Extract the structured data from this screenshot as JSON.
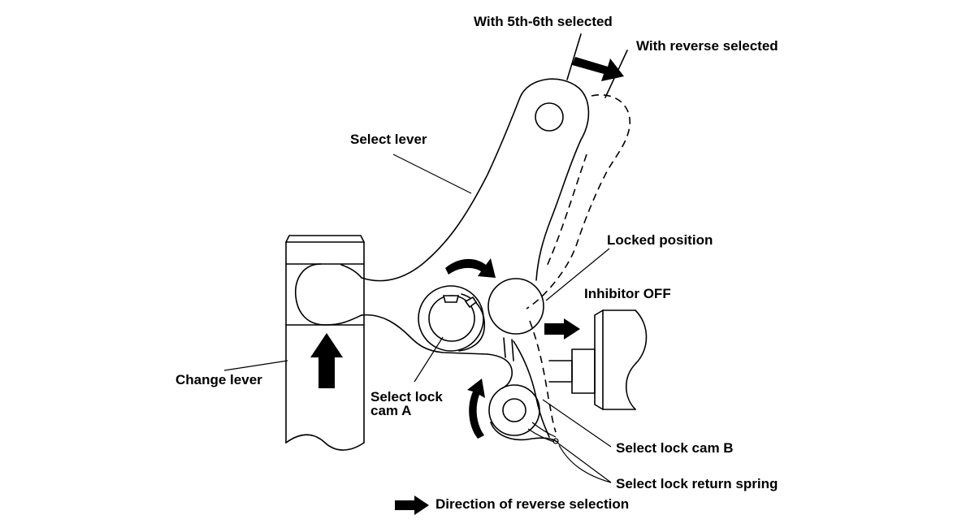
{
  "labels": {
    "fifth_sixth": "With 5th-6th selected",
    "reverse": "With reverse selected",
    "select_lever": "Select lever",
    "locked_position": "Locked position",
    "inhibitor_off": "Inhibitor OFF",
    "change_lever": "Change lever",
    "cam_a_line1": "Select lock",
    "cam_a_line2": "cam A",
    "cam_b": "Select lock cam B",
    "return_spring": "Select lock return spring",
    "legend_direction": "Direction of reverse selection"
  }
}
